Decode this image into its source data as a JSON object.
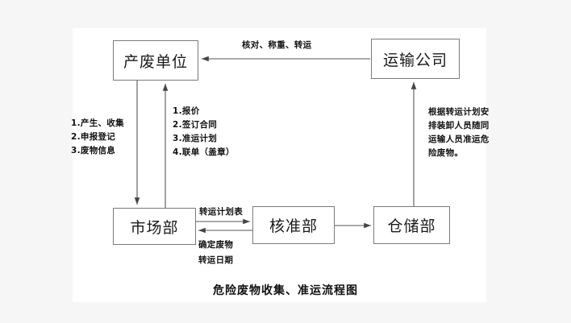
{
  "diagram": {
    "title": "危险废物收集、准运流程图",
    "background_color": "#f6f6f6",
    "sheet_color": "#ffffff",
    "line_color": "#555555",
    "nodes": [
      {
        "id": "producer",
        "label": "产废单位"
      },
      {
        "id": "transport",
        "label": "运输公司"
      },
      {
        "id": "market",
        "label": "市场部"
      },
      {
        "id": "approval",
        "label": "核准部"
      },
      {
        "id": "storage",
        "label": "仓储部"
      }
    ],
    "edge_labels": {
      "top": "核对、称重、转运",
      "left": "1.产生、收集\n2.申报登记\n3.废物信息",
      "left_lines": [
        "1.产生、收集",
        "2.申报登记",
        "3.废物信息"
      ],
      "middle_lines": [
        "1.报价",
        "2.签订合同",
        "3.准运计划",
        "4.联单（盖章）"
      ],
      "right": "根据转运计划安排装卸人员随同运输人员准运危险废物。",
      "plan_sheet": "转运计划表",
      "confirm_lines": [
        "确定废物",
        "转运日期"
      ]
    }
  }
}
